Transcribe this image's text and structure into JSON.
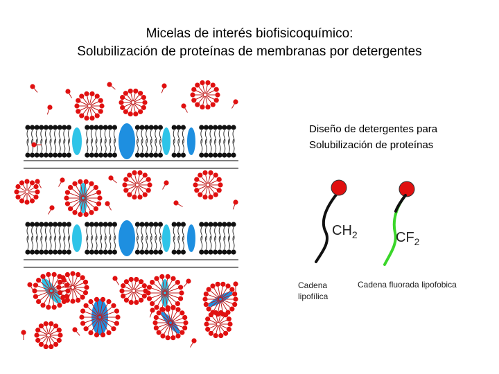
{
  "title_line1": "Micelas de interés biofisicoquímico:",
  "title_line2": "Solubilización de proteínas de membranas por detergentes",
  "subtitle_line1": "Diseño de detergentes para",
  "subtitle_line2": "Solubilización de proteínas",
  "detergent_ch2": {
    "base": "CH",
    "sub": "2",
    "tail_color": "#111111",
    "head_color": "#e01010"
  },
  "detergent_cf2": {
    "base": "CF",
    "sub": "2",
    "tail_color": "#3ad62a",
    "head_color": "#e01010"
  },
  "label_left_line1": "Cadena",
  "label_left_line2": "lipofílica",
  "label_right": "Cadena fluorada lipofobica",
  "colors": {
    "lipid_head": "#111111",
    "detergent_head": "#e01010",
    "protein": "#1e8fe0",
    "protein_light": "#2ec4e8"
  }
}
